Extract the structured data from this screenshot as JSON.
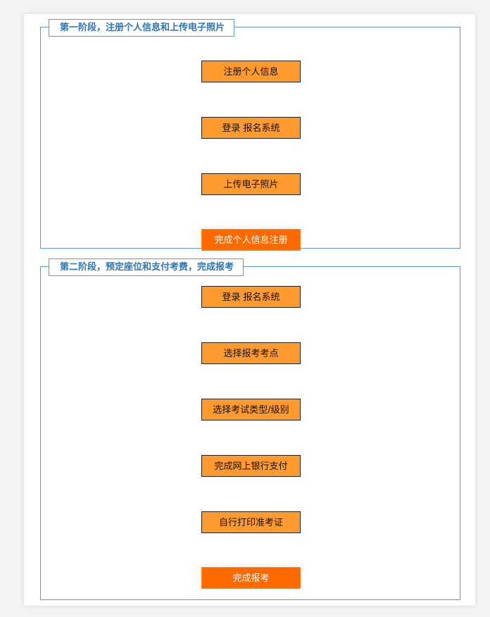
{
  "colors": {
    "border_blue": "#5b9bd5",
    "title_blue": "#2e75b6",
    "step_orange": "#ff9b2e",
    "final_orange": "#ff6a00"
  },
  "stage1": {
    "title": "第一阶段，注册个人信息和上传电子照片",
    "steps": [
      "注册个人信息",
      "登录 报名系统",
      "上传电子照片"
    ],
    "final": "完成个人信息注册"
  },
  "stage2": {
    "title": "第二阶段，预定座位和支付考费，完成报考",
    "steps": [
      "登录 报名系统",
      "选择报考考点",
      "选择考试类型/级别",
      "完成网上银行支付",
      "自行打印准考证"
    ],
    "final": "完成报考"
  }
}
